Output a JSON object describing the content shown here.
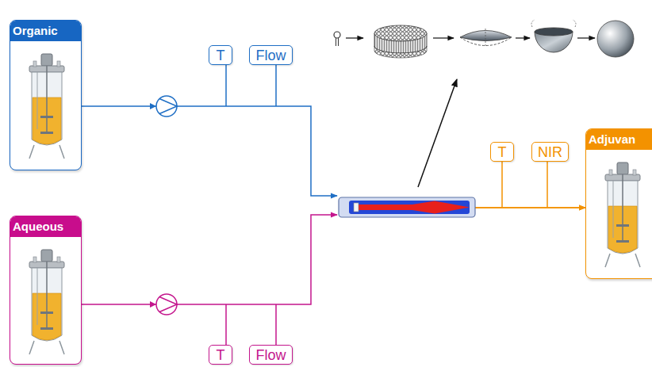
{
  "diagram": {
    "nodes": [
      {
        "text": [
          "Organic"
        ]
      },
      {
        "text": [
          "T"
        ]
      },
      {
        "text": [
          "Flow"
        ]
      },
      {
        "text": [
          "Aqueous"
        ]
      },
      {
        "text": [
          "T"
        ]
      },
      {
        "text": [
          "Flow"
        ]
      },
      {
        "text": [
          "T"
        ]
      },
      {
        "text": [
          "NIR"
        ]
      },
      {
        "text": [
          "Adjuvan"
        ]
      }
    ],
    "edges": [
      {
        "from": 0,
        "to": 8,
        "arrow": "to"
      },
      {
        "from": 3,
        "to": 8,
        "arrow": "to"
      }
    ]
  }
}
